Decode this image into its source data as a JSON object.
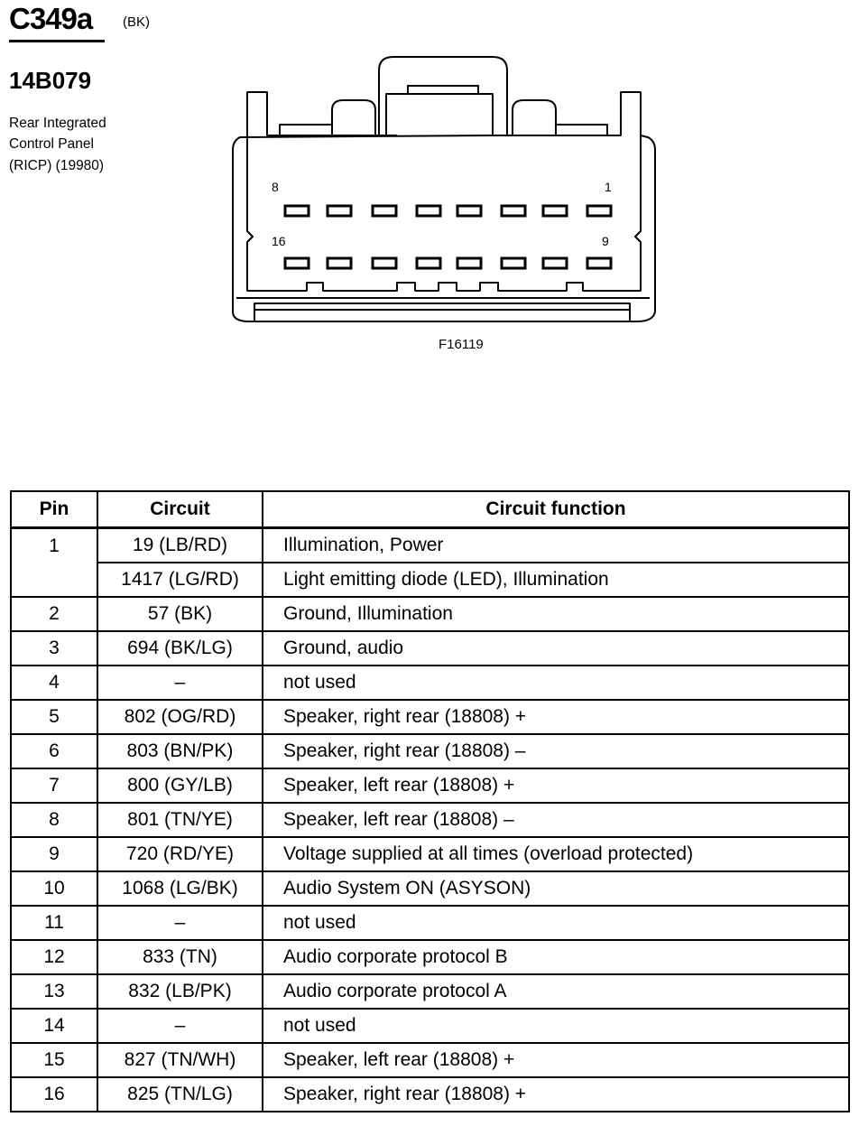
{
  "connector": {
    "id": "C349a",
    "color": "(BK)",
    "part_number": "14B079",
    "description_lines": [
      "Rear Integrated",
      "Control Panel",
      "(RICP) (19980)"
    ]
  },
  "diagram": {
    "pin_labels": {
      "top_left": "8",
      "top_right": "1",
      "bottom_left": "16",
      "bottom_right": "9"
    },
    "figure_label": "F16119"
  },
  "table": {
    "headers": {
      "pin": "Pin",
      "circuit": "Circuit",
      "function": "Circuit function"
    },
    "rows": [
      {
        "pin": "1",
        "circuit": "19 (LB/RD)",
        "function": "Illumination, Power"
      },
      {
        "pin": "",
        "circuit": "1417 (LG/RD)",
        "function": "Light emitting diode (LED), Illumination"
      },
      {
        "pin": "2",
        "circuit": "57 (BK)",
        "function": "Ground, Illumination"
      },
      {
        "pin": "3",
        "circuit": "694 (BK/LG)",
        "function": "Ground, audio"
      },
      {
        "pin": "4",
        "circuit": "–",
        "function": "not used"
      },
      {
        "pin": "5",
        "circuit": "802 (OG/RD)",
        "function": "Speaker, right rear (18808) +"
      },
      {
        "pin": "6",
        "circuit": "803 (BN/PK)",
        "function": "Speaker, right rear (18808) –"
      },
      {
        "pin": "7",
        "circuit": "800 (GY/LB)",
        "function": "Speaker, left rear (18808) +"
      },
      {
        "pin": "8",
        "circuit": "801 (TN/YE)",
        "function": "Speaker, left rear (18808) –"
      },
      {
        "pin": "9",
        "circuit": "720 (RD/YE)",
        "function": "Voltage supplied at all times (overload protected)"
      },
      {
        "pin": "10",
        "circuit": "1068 (LG/BK)",
        "function": "Audio System ON (ASYSON)"
      },
      {
        "pin": "11",
        "circuit": "–",
        "function": "not used"
      },
      {
        "pin": "12",
        "circuit": "833 (TN)",
        "function": "Audio corporate protocol B"
      },
      {
        "pin": "13",
        "circuit": "832 (LB/PK)",
        "function": "Audio corporate protocol A"
      },
      {
        "pin": "14",
        "circuit": "–",
        "function": "not used"
      },
      {
        "pin": "15",
        "circuit": "827 (TN/WH)",
        "function": "Speaker, left rear (18808) +"
      },
      {
        "pin": "16",
        "circuit": "825 (TN/LG)",
        "function": "Speaker, right rear (18808) +"
      }
    ]
  }
}
